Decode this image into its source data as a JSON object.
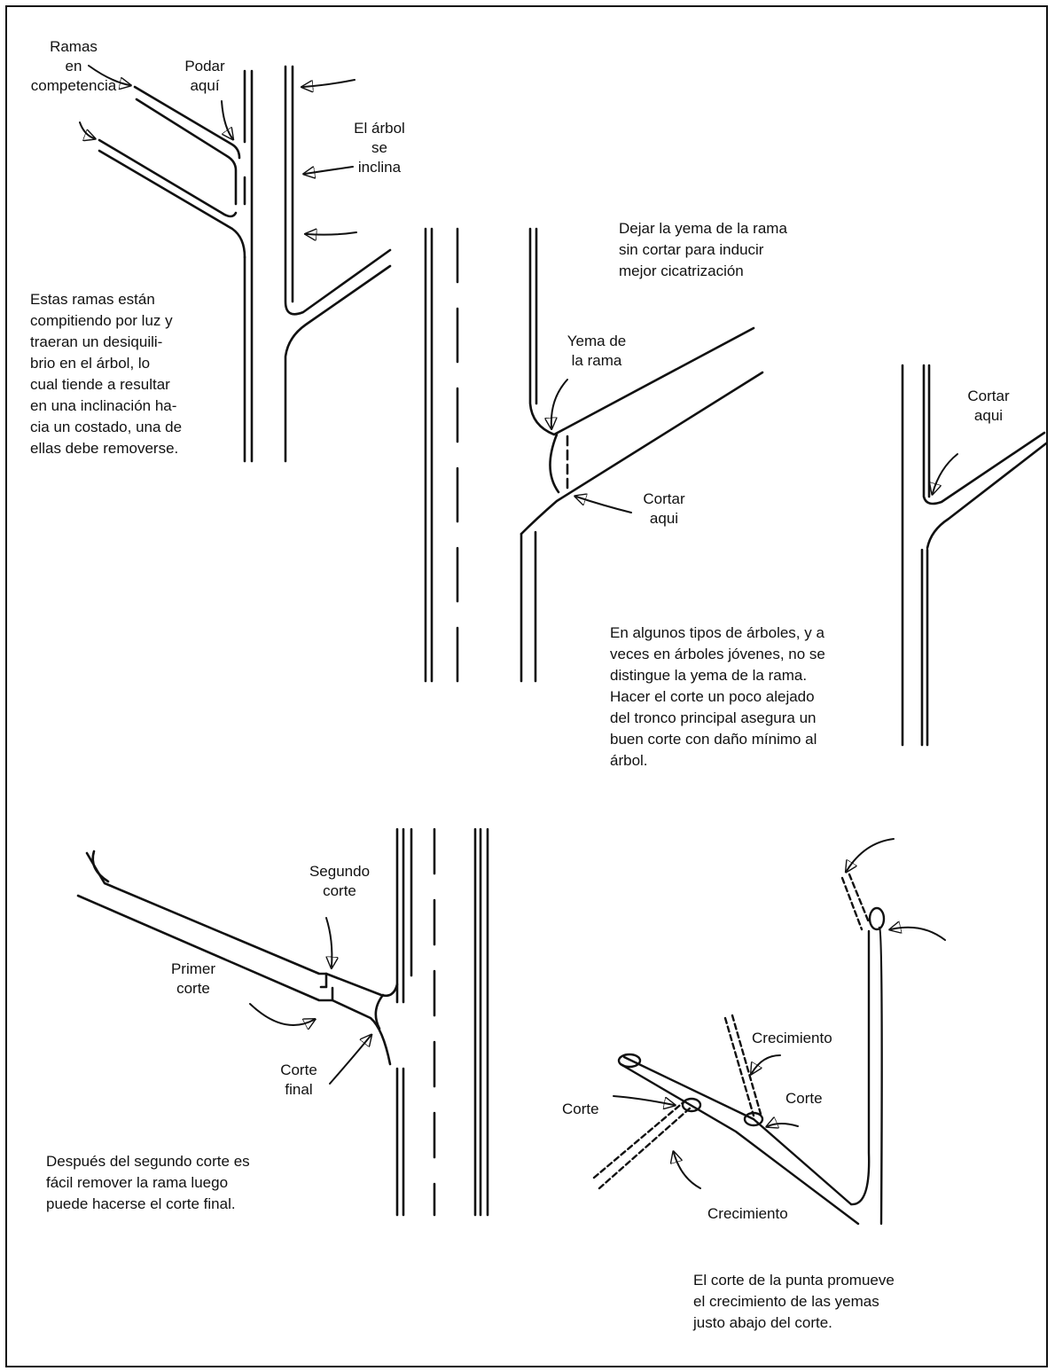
{
  "panel1": {
    "ramas_label": [
      "Ramas",
      "en",
      "competencia"
    ],
    "podar_label": [
      "Podar",
      "aquí"
    ],
    "inclina_label": [
      "El árbol",
      "se",
      "inclina"
    ],
    "caption": [
      "Estas ramas están",
      "compitiendo por luz y",
      "traeran un desiquili-",
      "brio en el árbol, lo",
      "cual tiende a resultar",
      "en una inclinación ha-",
      "cia un costado, una de",
      "ellas debe removerse."
    ]
  },
  "panel2": {
    "caption": [
      "Dejar la yema de la rama",
      "sin cortar para inducir",
      "mejor cicatrización"
    ],
    "yema_label": [
      "Yema de",
      "la rama"
    ],
    "cortar_label": [
      "Cortar",
      "aqui"
    ]
  },
  "panel3": {
    "cortar_label": [
      "Cortar",
      "aqui"
    ],
    "caption": [
      "En algunos tipos de árboles, y a",
      "veces en árboles jóvenes, no se",
      "distingue la yema de la rama.",
      "Hacer el corte un poco alejado",
      "del tronco principal asegura un",
      "buen corte con daño mínimo al",
      "árbol."
    ]
  },
  "panel4": {
    "segundo_label": [
      "Segundo",
      "corte"
    ],
    "primer_label": [
      "Primer",
      "corte"
    ],
    "final_label": [
      "Corte",
      "final"
    ],
    "caption": [
      "Después del segundo corte es",
      "fácil remover la rama luego",
      "puede hacerse el corte final."
    ]
  },
  "panel5": {
    "crecimiento_top": "Crecimiento",
    "corte_right": "Corte",
    "corte_left": "Corte",
    "crecimiento_bottom": "Crecimiento",
    "caption": [
      "El corte de la punta promueve",
      "el crecimiento de las yemas",
      "justo abajo del corte."
    ]
  }
}
